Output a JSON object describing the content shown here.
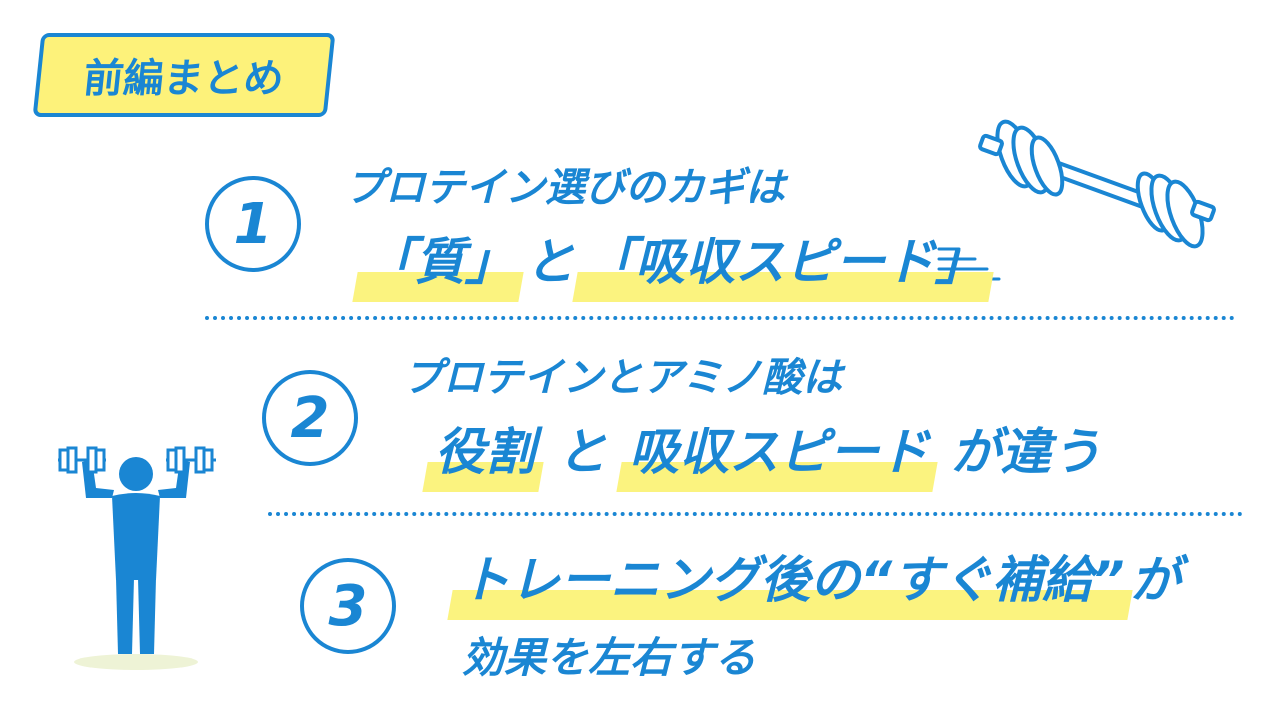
{
  "header": {
    "tag_label": "前編まとめ"
  },
  "items": [
    {
      "number": "1",
      "line1": "プロテイン選びのカギは",
      "line2_parts": [
        "「質」",
        "と",
        "「吸収スピード」"
      ]
    },
    {
      "number": "2",
      "line1": "プロテインとアミノ酸は",
      "line2_parts": [
        "役割",
        "と",
        "吸収スピード",
        "が違う"
      ]
    },
    {
      "number": "3",
      "line1_parts": [
        "トレーニング後の",
        "“すぐ補給”",
        "が"
      ],
      "line2": "効果を左右する"
    }
  ],
  "icons": [
    "dumbbell-icon",
    "speed-lines-icon",
    "person-lifting-dumbbells-icon"
  ],
  "colors": {
    "accent": "#1a86d3",
    "highlight": "#fbf37f",
    "tag_bg": "#fdf27a"
  }
}
